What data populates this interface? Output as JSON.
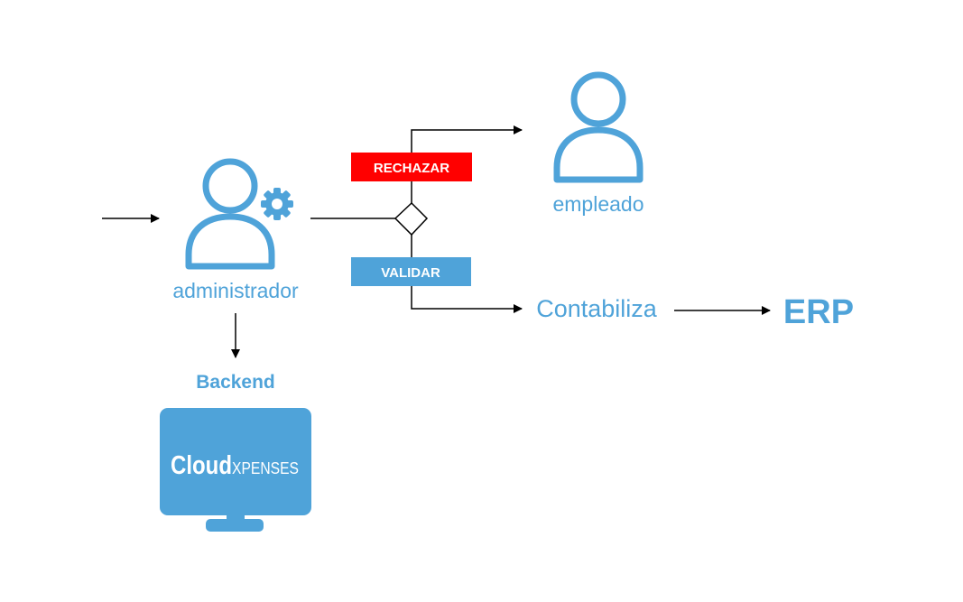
{
  "colors": {
    "accent": "#4fa3d9",
    "reject": "#ff0000",
    "validate": "#4fa3d9",
    "line": "#000000"
  },
  "actors": {
    "admin": {
      "label": "administrador",
      "icon": "user-gear-icon"
    },
    "employee": {
      "label": "empleado",
      "icon": "user-icon"
    }
  },
  "decision": {
    "reject_label": "RECHAZAR",
    "validate_label": "VALIDAR"
  },
  "steps": {
    "post_label": "Contabiliza",
    "erp_label": "ERP",
    "backend_label": "Backend"
  },
  "backend_screen": {
    "brand_bold": "Cloud",
    "brand_light": "XPENSES",
    "icon": "monitor-icon"
  }
}
